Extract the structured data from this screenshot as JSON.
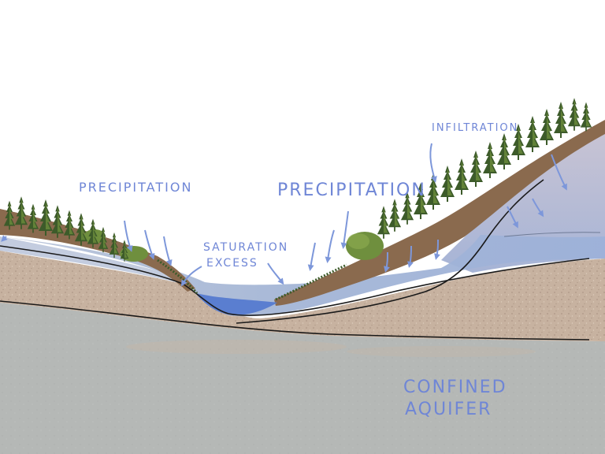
{
  "labels": {
    "precipitation_left": "PRECIPITATION",
    "precipitation_right": "PRECIPITATION",
    "infiltration": "INFILTRATION",
    "saturation": "SATURATION",
    "excess": "EXCESS",
    "confined": "CONFINED",
    "aquifer": "AQUIFER"
  },
  "colors": {
    "sky": "#ffffff",
    "confined_aquifer": "#b5b8b6",
    "sandy_layer": "#c7b2a0",
    "groundwater": "#a6b7d4",
    "stream": "#5a7ed0",
    "topsoil": "#8a6a4e",
    "forest_dark": "#3d5b2a",
    "forest_light": "#6f8f3e",
    "label": "#6f86d6",
    "arrow": "#7d97da",
    "outline": "#1a1a1a"
  },
  "icons": {
    "tree": "conifer-tree-icon",
    "arrow": "arrow-down-icon"
  }
}
